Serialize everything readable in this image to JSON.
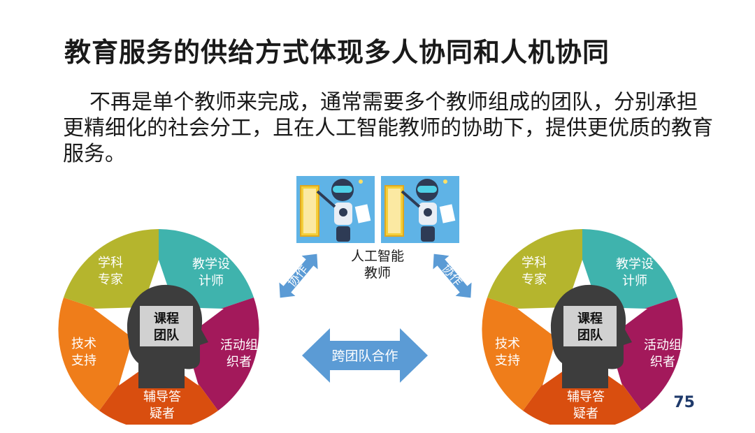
{
  "slide": {
    "title": "教育服务的供给方式体现多人协同和人机协同",
    "paragraph": "不再是单个教师来完成，通常需要多个教师组成的团队，分别承担更精细化的社会分工，且在人工智能教师的协助下，提供更优质的教育服务。",
    "page_number": "75"
  },
  "ai_teacher": {
    "label_line1": "人工智能",
    "label_line2": "教师",
    "icon": "robot-teacher-icon"
  },
  "arrows": {
    "left_collab": "协作",
    "right_collab": "协作",
    "cross_team": "跨团队合作",
    "color": "#5b9bd5"
  },
  "team": {
    "center_line1": "课程",
    "center_line2": "团队",
    "segments": [
      {
        "line1": "学科",
        "line2": "专家",
        "color": "#b5b52d"
      },
      {
        "line1": "教学设",
        "line2": "计师",
        "color": "#3fb3ad"
      },
      {
        "line1": "活动组",
        "line2": "织者",
        "color": "#a3195b"
      },
      {
        "line1": "辅导答",
        "line2": "疑者",
        "color": "#d94e0f"
      },
      {
        "line1": "技术",
        "line2": "支持",
        "color": "#ef7d1a"
      }
    ]
  }
}
